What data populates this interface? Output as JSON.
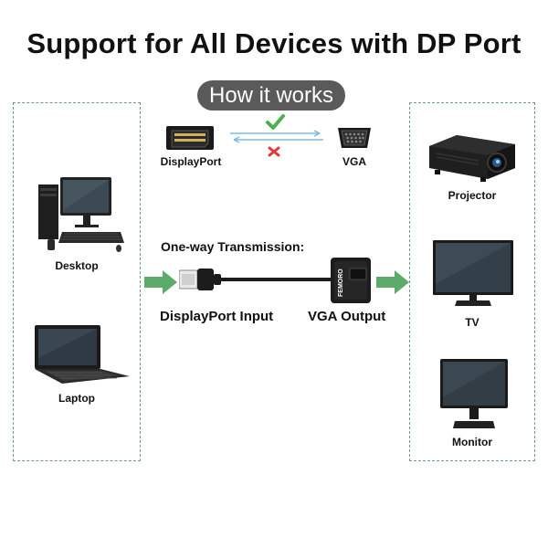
{
  "title": "Support for All Devices with DP Port",
  "how_it_works": "How it works",
  "top_diagram": {
    "left_label": "DisplayPort",
    "right_label": "VGA",
    "forward_mark": "check",
    "reverse_mark": "cross"
  },
  "sources": [
    {
      "name": "desktop",
      "label": "Desktop"
    },
    {
      "name": "laptop",
      "label": "Laptop"
    }
  ],
  "displays": [
    {
      "name": "projector",
      "label": "Projector"
    },
    {
      "name": "tv",
      "label": "TV"
    },
    {
      "name": "monitor",
      "label": "Monitor"
    }
  ],
  "center": {
    "heading": "One-way Transmission:",
    "input_label": "DisplayPort Input",
    "output_label": "VGA Output",
    "adapter_brand": "FEMORO"
  },
  "colors": {
    "accent_green": "#5cab6a",
    "check_green": "#4caf50",
    "cross_red": "#e53935",
    "panel_border": "#6f9f7a",
    "pill_bg": "#5a5a5a"
  }
}
